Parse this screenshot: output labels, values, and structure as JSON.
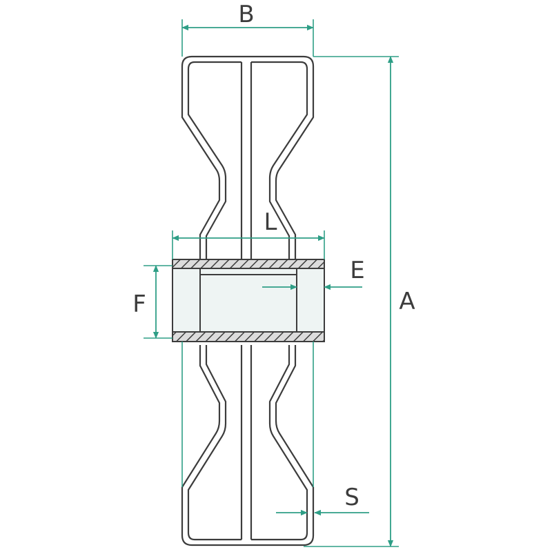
{
  "labels": {
    "B": "B",
    "L": "L",
    "A": "A",
    "E": "E",
    "F": "F",
    "S": "S"
  },
  "colors": {
    "outline": "#3c3c3c",
    "dimension": "#2e9e86",
    "hatch_fill": "#dcdcdc",
    "bore_fill": "#eef4f3",
    "label": "#3c3c3c",
    "background": "#ffffff"
  }
}
